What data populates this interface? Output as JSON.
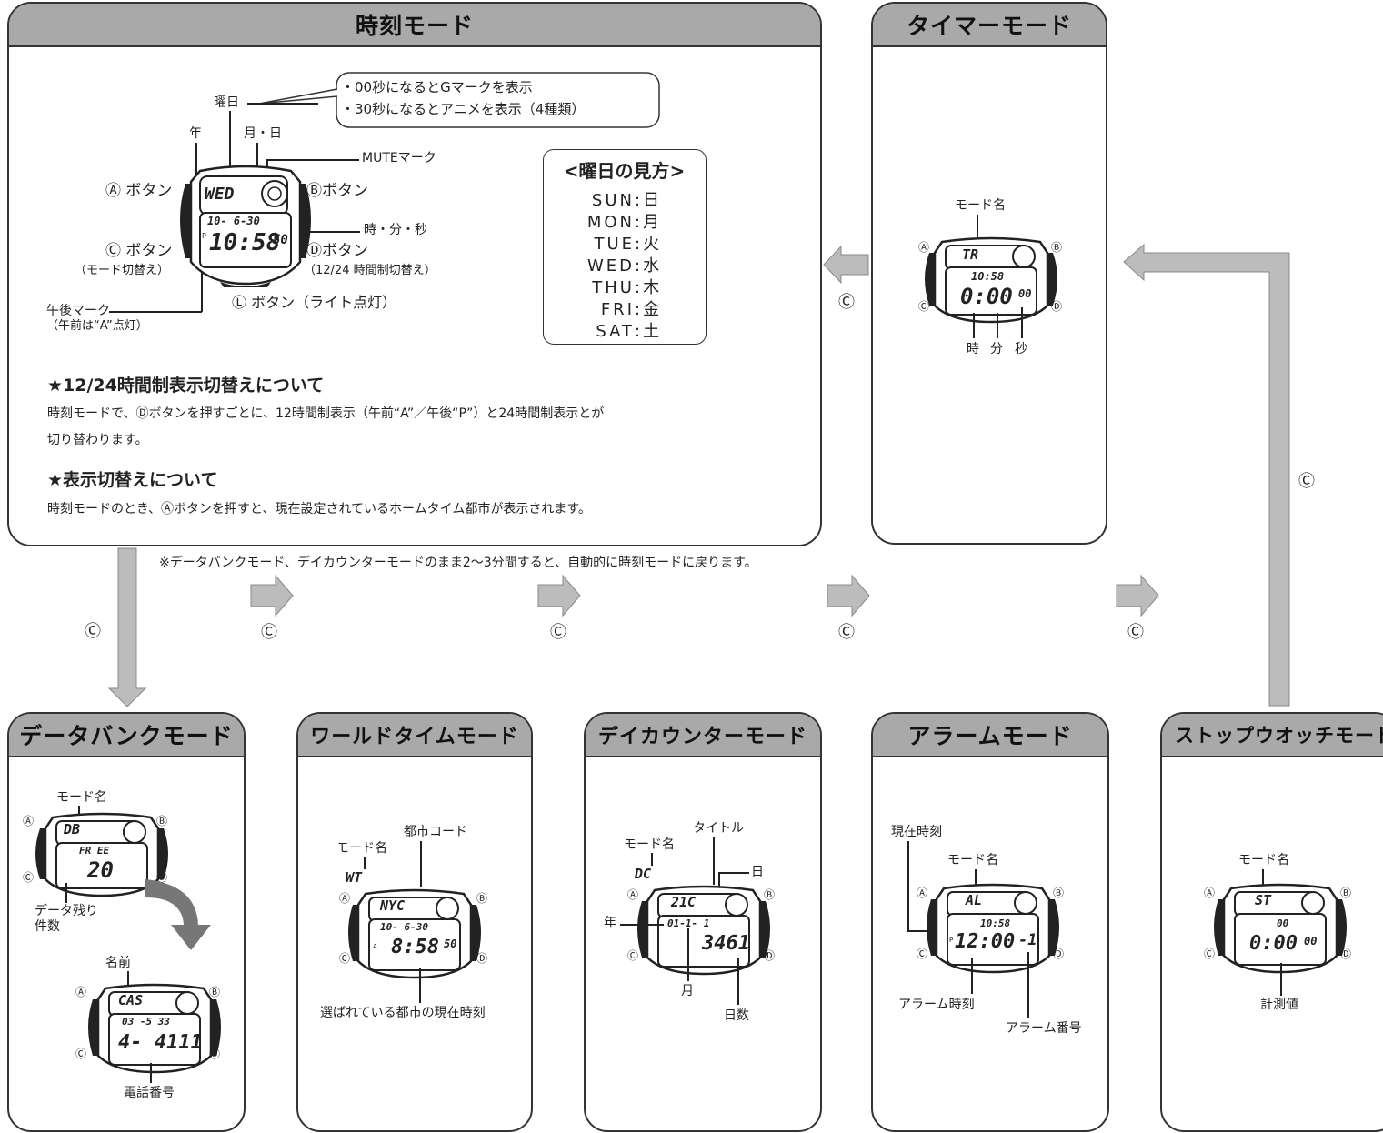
{
  "time_mode": {
    "title": "時刻モード",
    "labels": {
      "weekday": "曜日",
      "year": "年",
      "month_day": "月・日",
      "mute_mark": "MUTEマーク",
      "a_button": "Ⓐ ボタン",
      "b_button": "Ⓑボタン",
      "c_button": "Ⓒ ボタン",
      "c_sub": "（モード切替え）",
      "d_button": "Ⓓボタン",
      "d_sub": "（12/24 時間制切替え）",
      "hms": "時・分・秒",
      "l_button": "Ⓛ ボタン（ライト点灯）",
      "pm_mark": "午後マーク",
      "pm_sub": "（午前は“A”点灯）"
    },
    "bubble": [
      "・00秒になるとGマークを表示",
      "・30秒になるとアニメを表示（4種類）"
    ],
    "weekday_box": {
      "title": "<曜日の見方>",
      "rows": [
        {
          "en": "SUN",
          "jp": "日"
        },
        {
          "en": "MON",
          "jp": "月"
        },
        {
          "en": "TUE",
          "jp": "火"
        },
        {
          "en": "WED",
          "jp": "水"
        },
        {
          "en": "THU",
          "jp": "木"
        },
        {
          "en": "FRI",
          "jp": "金"
        },
        {
          "en": "SAT",
          "jp": "土"
        }
      ]
    },
    "lcd": {
      "top": "WED",
      "mid": "10- 6-30",
      "main": "10:58",
      "sec": "50",
      "pm": "P"
    },
    "sec1_head": "★12/24時間制表示切替えについて",
    "sec1_body1": "時刻モードで、Ⓓボタンを押すごとに、12時間制表示（午前“A”／午後“P”）と24時間制表示とが",
    "sec1_body2": "切り替わります。",
    "sec2_head": "★表示切替えについて",
    "sec2_body": "時刻モードのとき、Ⓐボタンを押すと、現在設定されているホームタイム都市が表示されます。"
  },
  "timer_mode": {
    "title": "タイマーモード",
    "mode_name": "モード名",
    "lcd": {
      "top": "TR",
      "mid": "10:58",
      "main": "0:00",
      "sec": "00"
    },
    "hour": "時",
    "minute": "分",
    "second": "秒"
  },
  "note": "※データバンクモード、デイカウンターモードのまま2〜3分間すると、自動的に時刻モードに戻ります。",
  "c_symbol": "Ⓒ",
  "databank_mode": {
    "title": "データバンクモード",
    "mode_name": "モード名",
    "lcd1": {
      "top": "DB",
      "mid": "FR EE",
      "main": "20"
    },
    "remain": "データ残り",
    "remain2": "件数",
    "name": "名前",
    "lcd2": {
      "top": "CAS",
      "mid": "03 -5 33",
      "main": "4- 4111"
    },
    "phone": "電話番号"
  },
  "worldtime_mode": {
    "title": "ワールドタイムモード",
    "mode_name": "モード名",
    "city_code": "都市コード",
    "mode_code": "WT",
    "lcd": {
      "top": "NYC",
      "mid": "10- 6-30",
      "main": "8:58",
      "sec": "50",
      "am": "A"
    },
    "current_time": "選ばれている都市の現在時刻"
  },
  "daycounter_mode": {
    "title": "デイカウンターモード",
    "mode_name": "モード名",
    "title_label": "タイトル",
    "mode_code": "DC",
    "day": "日",
    "year": "年",
    "month": "月",
    "days": "日数",
    "lcd": {
      "top": "21C",
      "mid": "01-1- 1",
      "main": "3461"
    }
  },
  "alarm_mode": {
    "title": "アラームモード",
    "current_time": "現在時刻",
    "mode_name": "モード名",
    "lcd": {
      "top": "AL",
      "mid": "10:58",
      "main": "12:00",
      "num": "-1",
      "pm": "P"
    },
    "alarm_time": "アラーム時刻",
    "alarm_no": "アラーム番号"
  },
  "stopwatch_mode": {
    "title": "ストップウオッチモード",
    "mode_name": "モード名",
    "lcd": {
      "top": "ST",
      "mid": "00",
      "main": "0:00",
      "sec": "00"
    },
    "measured": "計測値"
  },
  "watch_buttons": {
    "a": "Ⓐ",
    "b": "Ⓑ",
    "c": "Ⓒ",
    "d": "Ⓓ"
  }
}
